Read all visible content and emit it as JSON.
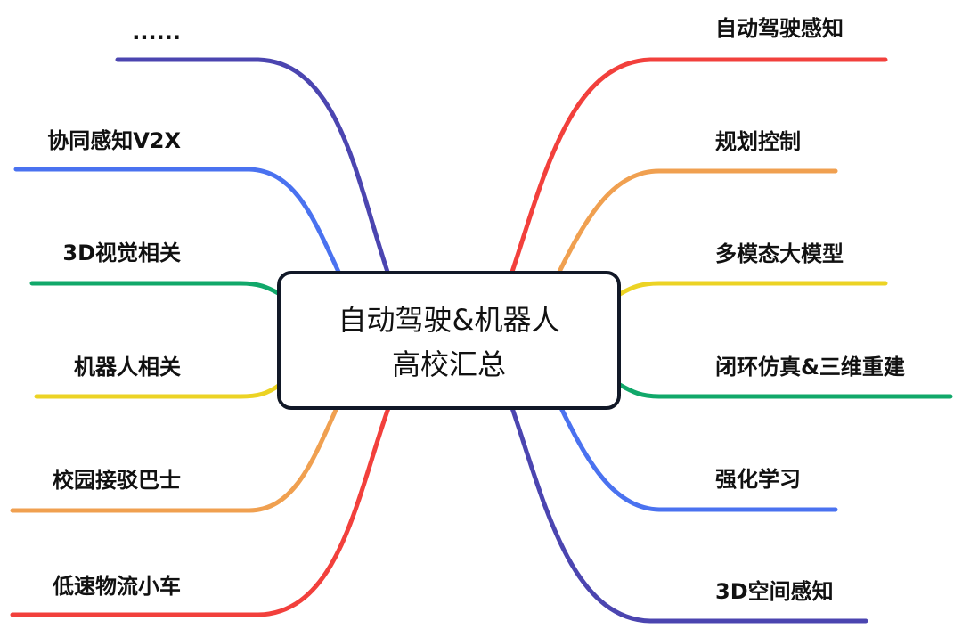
{
  "center": {
    "line1": "自动驾驶&机器人",
    "line2": "高校汇总"
  },
  "colors": {
    "indigo": "#4b45b0",
    "blue": "#4a72f0",
    "green": "#11a86a",
    "yellow": "#ecd324",
    "orange": "#f0a050",
    "red": "#f2403c",
    "box_border": "#111827"
  },
  "left_branches": [
    {
      "label": "......",
      "color": "indigo"
    },
    {
      "label": "协同感知V2X",
      "color": "blue"
    },
    {
      "label": "3D视觉相关",
      "color": "green"
    },
    {
      "label": "机器人相关",
      "color": "yellow"
    },
    {
      "label": "校园接驳巴士",
      "color": "orange"
    },
    {
      "label": "低速物流小车",
      "color": "red"
    }
  ],
  "right_branches": [
    {
      "label": "自动驾驶感知",
      "color": "red"
    },
    {
      "label": "规划控制",
      "color": "orange"
    },
    {
      "label": "多模态大模型",
      "color": "yellow"
    },
    {
      "label": "闭环仿真&三维重建",
      "color": "green"
    },
    {
      "label": "强化学习",
      "color": "blue"
    },
    {
      "label": "3D空间感知",
      "color": "indigo"
    }
  ]
}
